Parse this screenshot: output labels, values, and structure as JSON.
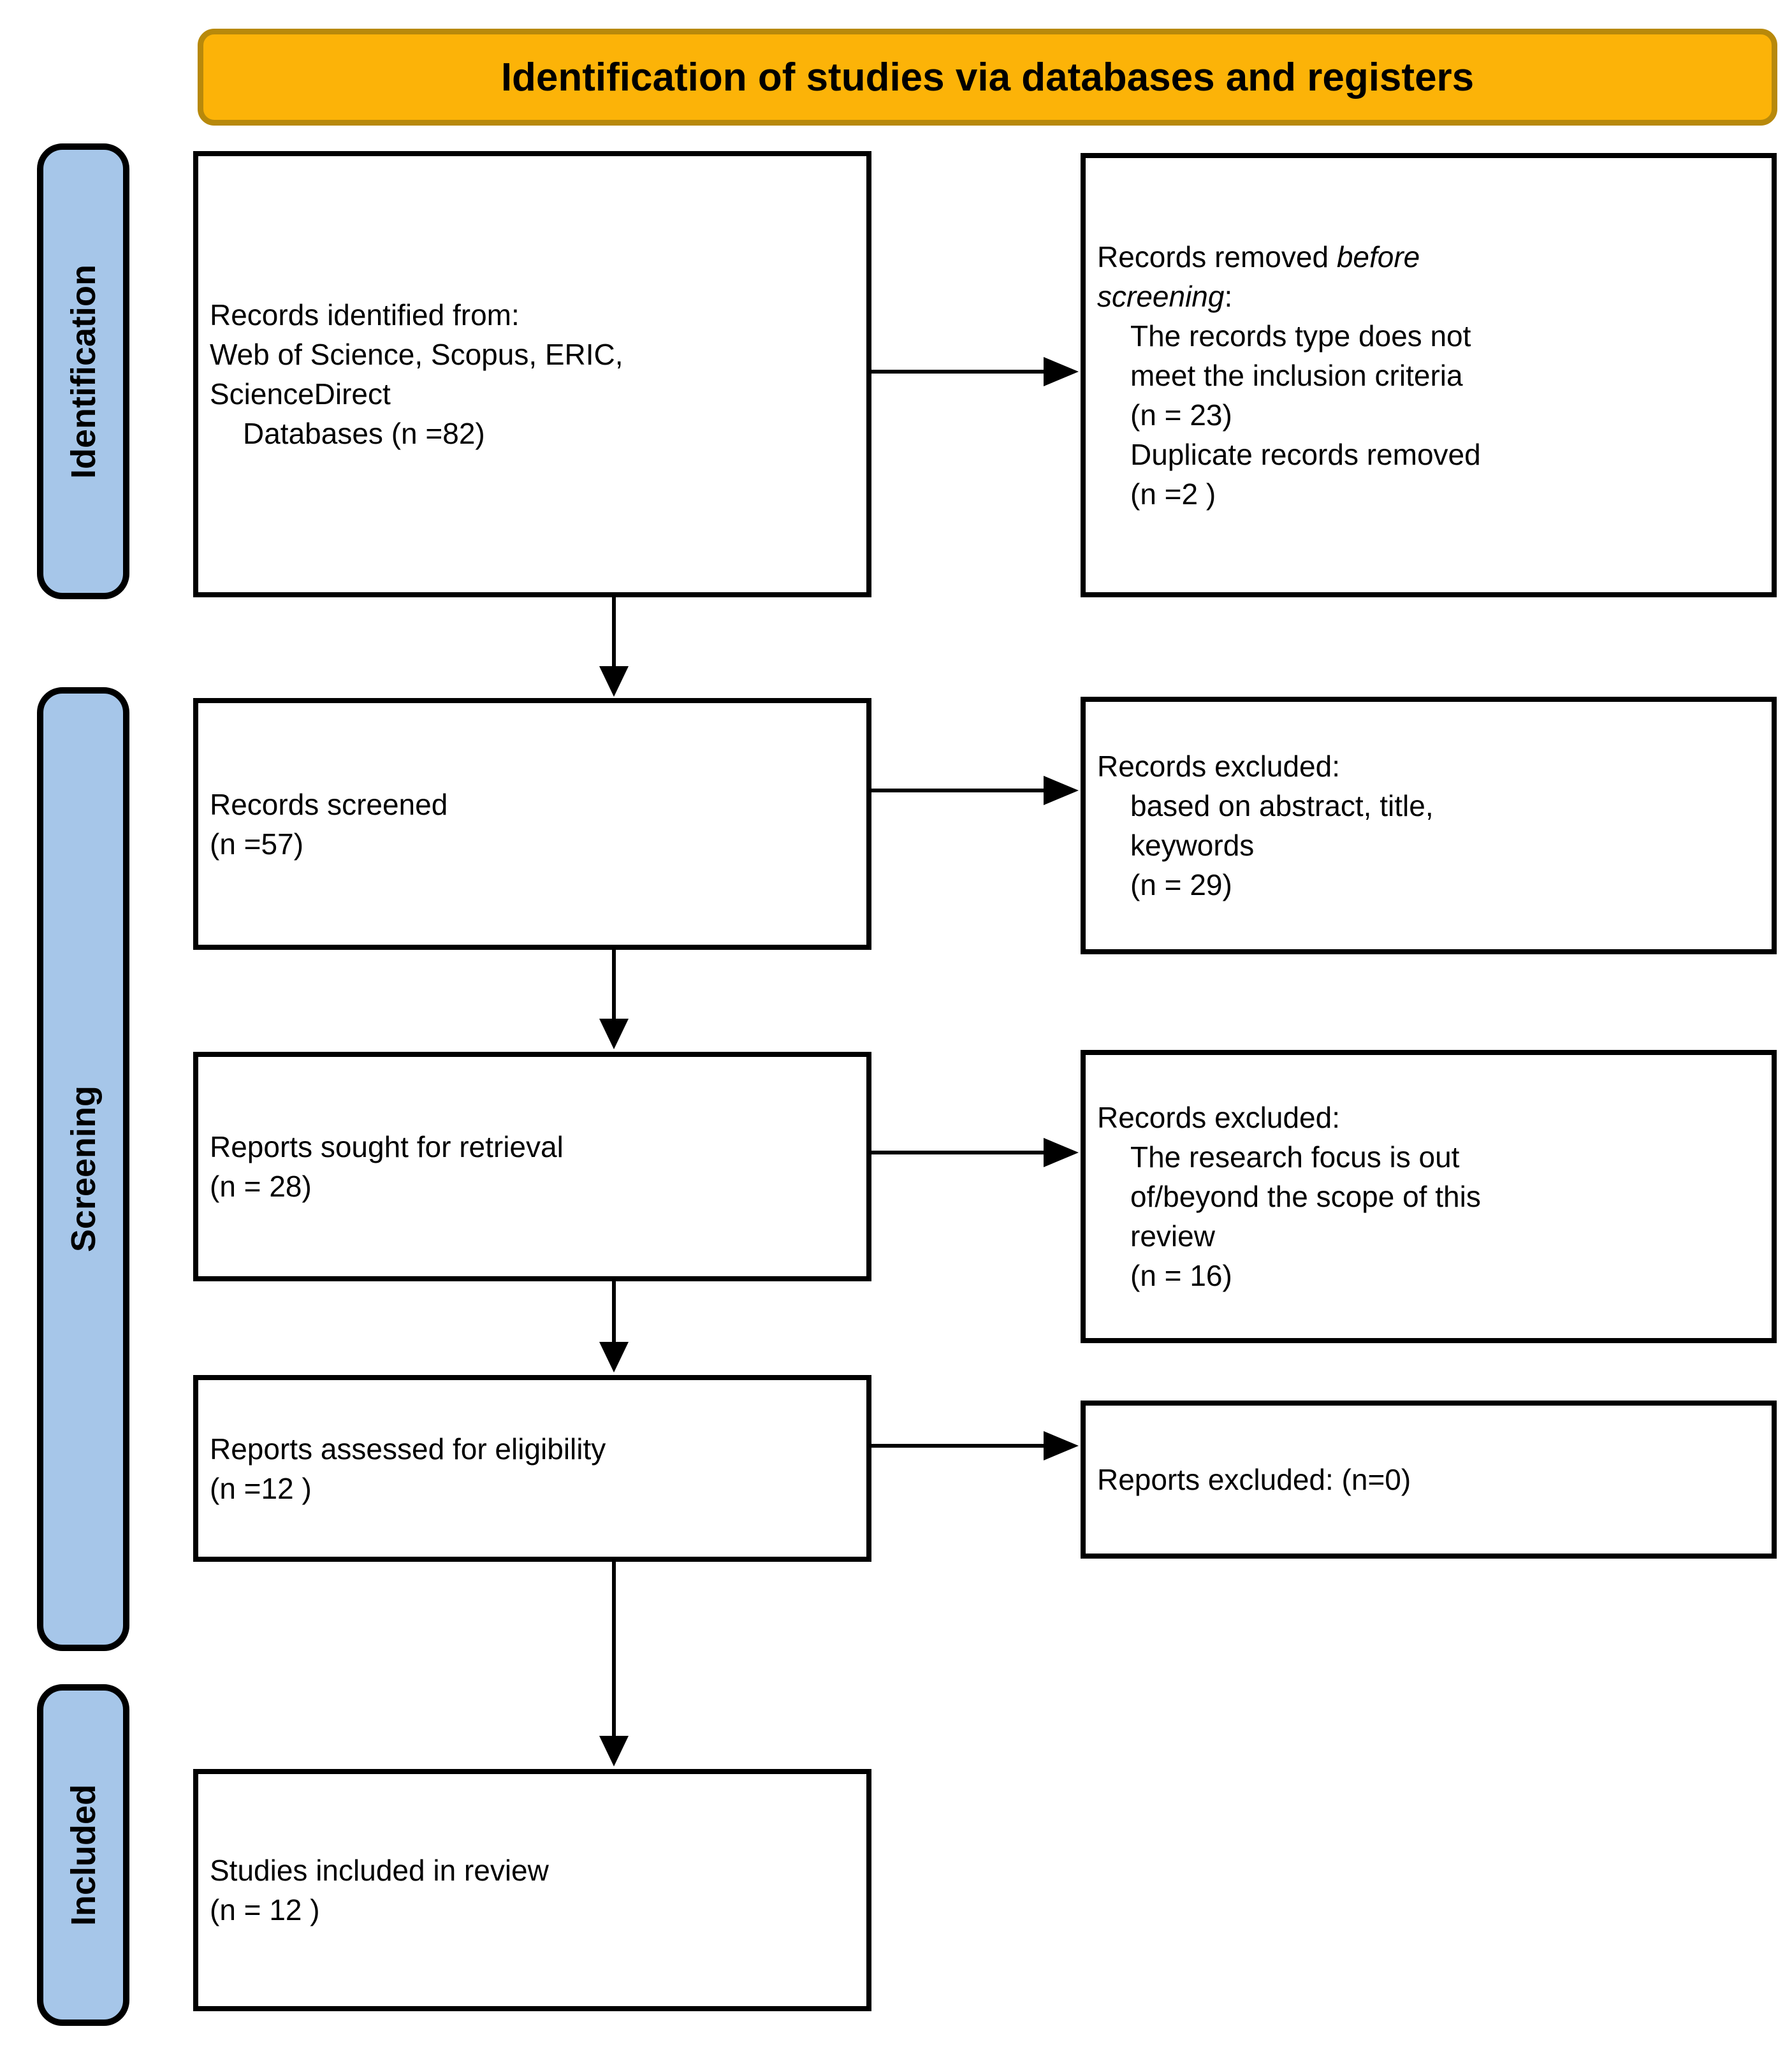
{
  "header": {
    "title": "Identification of studies via databases and registers"
  },
  "colors": {
    "banner_fill": "#FCB308",
    "banner_border": "#B8890B",
    "stage_fill": "#A6C6E9",
    "box_border": "#000000",
    "arrow": "#000000",
    "text": "#000000"
  },
  "stages": {
    "identification": "Identification",
    "screening": "Screening",
    "included": "Included"
  },
  "boxes": {
    "identified": {
      "lines": [
        "Records identified from:",
        "Web of Science, Scopus, ERIC,",
        "ScienceDirect",
        "Databases (n =82)"
      ]
    },
    "removed_before_screening": {
      "lead_normal": "Records removed ",
      "lead_italic_1": "before",
      "lead_italic_2": "screening",
      "lead_suffix": ":",
      "details": [
        "The records type does not",
        "meet the inclusion criteria",
        "(n = 23)",
        "Duplicate records removed",
        "(n =2 )"
      ]
    },
    "screened": {
      "lines": [
        "Records screened",
        "(n =57)"
      ]
    },
    "excluded_abstract": {
      "heading": "Records excluded:",
      "details": [
        "based on abstract, title,",
        "keywords",
        "(n = 29)"
      ]
    },
    "sought": {
      "lines": [
        "Reports sought for retrieval",
        "(n = 28)"
      ]
    },
    "excluded_scope": {
      "heading": "Records excluded:",
      "details": [
        "The research focus is out",
        "of/beyond the scope of this",
        "review",
        "(n = 16)"
      ]
    },
    "assessed": {
      "lines": [
        "Reports assessed for eligibility",
        "(n =12 )"
      ]
    },
    "reports_excluded": {
      "text": "Reports excluded: (n=0)"
    },
    "included_review": {
      "lines": [
        "Studies included in review",
        "(n = 12 )"
      ]
    }
  }
}
